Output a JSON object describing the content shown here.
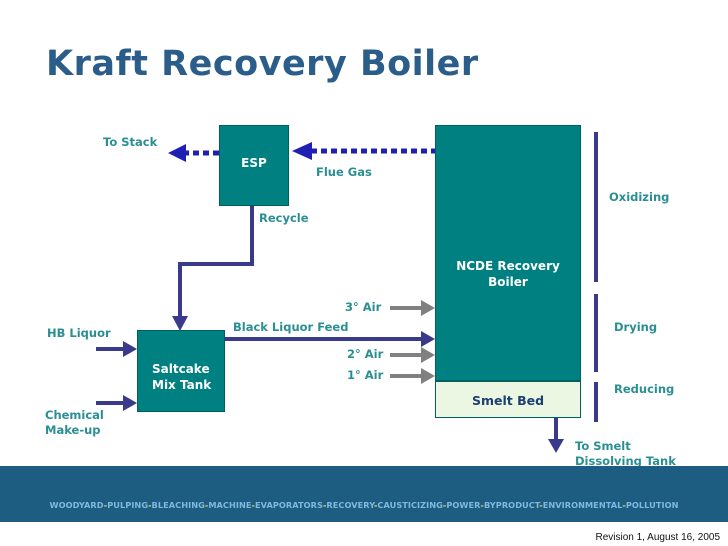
{
  "title": "Kraft Recovery Boiler",
  "boxes": {
    "esp": "ESP",
    "mix_tank_line1": "Saltcake",
    "mix_tank_line2": "Mix Tank",
    "boiler_line1": "NCDE Recovery",
    "boiler_line2": "Boiler",
    "smelt_bed": "Smelt Bed"
  },
  "labels": {
    "to_stack": "To Stack",
    "flue_gas": "Flue Gas",
    "recycle": "Recycle",
    "hb_liquor": "HB Liquor",
    "chemical_line1": "Chemical",
    "chemical_line2": "Make-up",
    "black_liquor_feed": "Black Liquor Feed",
    "air3": "3° Air",
    "air2": "2° Air",
    "air1": "1° Air",
    "oxidizing": "Oxidizing",
    "drying": "Drying",
    "reducing": "Reducing",
    "to_smelt_line1": "To Smelt",
    "to_smelt_line2": "Dissolving Tank"
  },
  "footer": {
    "items": [
      "WOODYARD",
      "PULPING",
      "BLEACHING",
      "MACHINE",
      "EVAPORATORS",
      "RECOVERY",
      "CAUSTICIZING",
      "POWER",
      "BYPRODUCT",
      "ENVIRONMENTAL",
      "POLLUTION"
    ],
    "separator": "-",
    "revision": "Revision 1, August 16, 2005"
  },
  "colors": {
    "title": "#2b5d8a",
    "label": "#2a8f93",
    "box": "#008080",
    "smelt_bed": "#ebf7e2",
    "arrow_navy": "#3a3a8c",
    "arrow_gray": "#808080",
    "flue_dotted": "#1f1fb4",
    "footer_band": "#1e5d82"
  }
}
